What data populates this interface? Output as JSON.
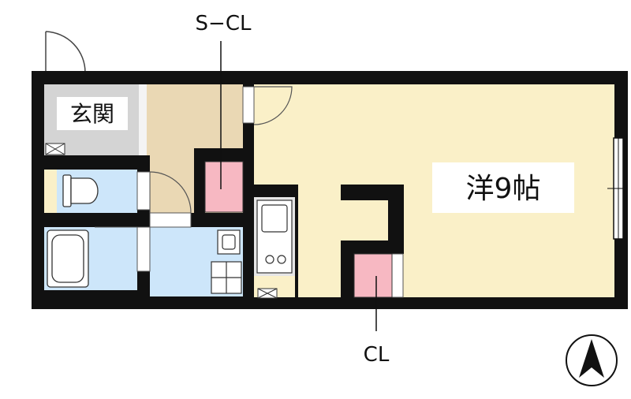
{
  "labels": {
    "entrance": "玄関",
    "western_room": "洋9帖",
    "shoe_closet": "S−CL",
    "closet": "CL"
  },
  "compass": {
    "icon": "north-arrow-icon"
  },
  "colors": {
    "wall": "#111111",
    "western_room": "#faf0c8",
    "entrance": "#d4d4d4",
    "hall": "#ead8b4",
    "wet_area": "#cde6fa",
    "closet": "#f7b8c2",
    "kitchen": "#e6e6e6",
    "label_bg": "#ffffff"
  }
}
